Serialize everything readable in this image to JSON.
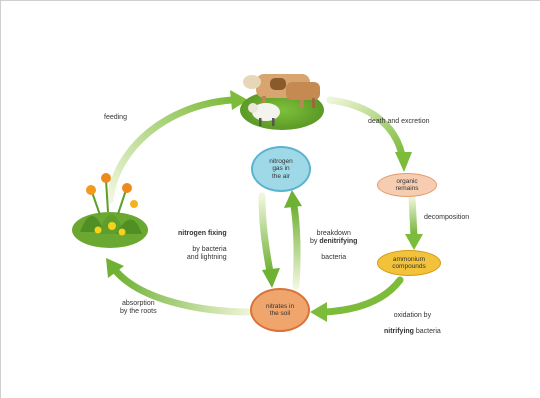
{
  "nodes": {
    "air": "nitrogen\ngas in\nthe air",
    "organic": "organic\nremains",
    "ammonium": "ammonium\ncompounds",
    "nitrates": "nitrates in\nthe soil"
  },
  "labels": {
    "feeding": "feeding",
    "death": "death and excretion",
    "decomposition": "decomposition",
    "oxidation_1": "oxidation by",
    "oxidation_2": "nitrifying",
    "oxidation_3": " bacteria",
    "absorption": "absorption\nby the roots",
    "fixing_1": "nitrogen fixing",
    "fixing_2": "by bacteria\nand lightning",
    "breakdown_1": "breakdown\nby ",
    "breakdown_2": "denitrifying",
    "breakdown_3": "bacteria"
  },
  "colors": {
    "arrow_green": "#7dbb3a",
    "arrow_light": "#e9f3cf",
    "air_fill": "#9fd8e6",
    "organic_fill": "#f6cdb0",
    "ammonium_fill": "#f2c23a",
    "nitrates_fill": "#f0a56c"
  },
  "icons": {
    "animals": "cows-and-sheep-illustration",
    "plant": "flowering-plant-illustration"
  }
}
